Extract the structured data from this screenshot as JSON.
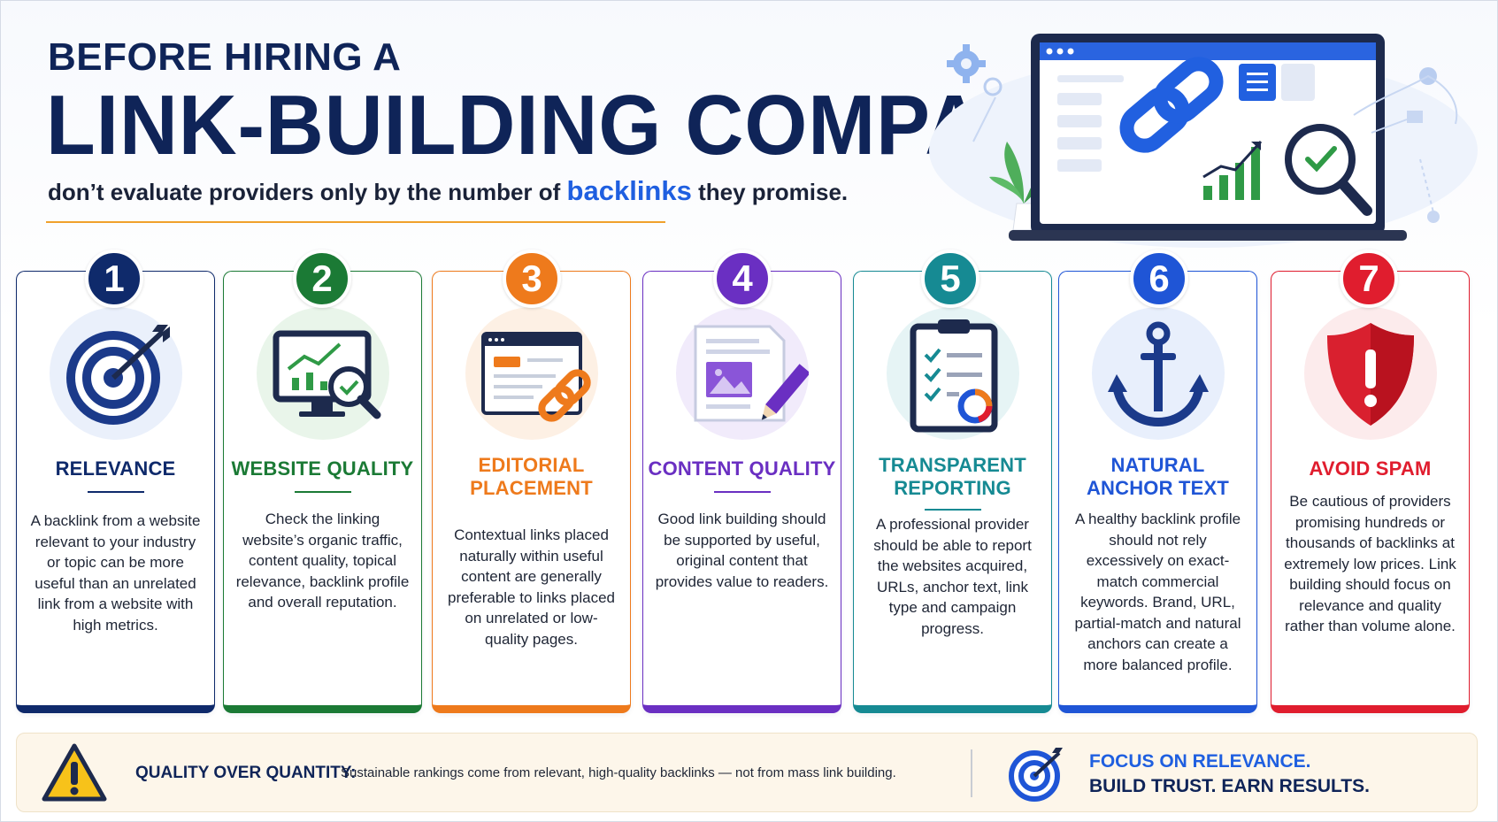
{
  "header": {
    "line1": "BEFORE HIRING A",
    "line2": "LINK-BUILDING COMPANY,",
    "subtitle_pre": "don’t evaluate providers only by the number of",
    "subtitle_accent": "backlinks",
    "subtitle_post": "they promise."
  },
  "cards": [
    {
      "number": "1",
      "title": "RELEVANCE",
      "icon": "target-icon",
      "color": "#0f2a6b",
      "text": "A backlink from a website relevant to your industry or topic can be more useful than an unrelated link from a website with high metrics."
    },
    {
      "number": "2",
      "title": "WEBSITE QUALITY",
      "icon": "monitor-analytics-icon",
      "color": "#1b7a35",
      "text": "Check the linking website’s organic traffic, content quality, topical relevance, backlink profile and overall reputation."
    },
    {
      "number": "3",
      "title_line1": "EDITORIAL",
      "title_line2": "PLACEMENT",
      "icon": "browser-link-icon",
      "color": "#ee7a1c",
      "text": "Contextual links placed naturally within useful content are generally preferable to links placed on unrelated or low-quality pages."
    },
    {
      "number": "4",
      "title": "CONTENT QUALITY",
      "icon": "document-pencil-icon",
      "color": "#6a2fc2",
      "text": "Good link building should be supported by useful, original content that provides value to readers."
    },
    {
      "number": "5",
      "title_line1": "TRANSPARENT",
      "title_line2": "REPORTING",
      "icon": "clipboard-checklist-icon",
      "color": "#168a93",
      "text": "A professional provider should be able to report the websites acquired, URLs, anchor text, link type and campaign progress."
    },
    {
      "number": "6",
      "title_line1": "NATURAL",
      "title_line2": "ANCHOR TEXT",
      "icon": "anchor-icon",
      "color": "#1f55d6",
      "text": "A healthy backlink profile should not rely excessively on exact-match commercial keywords. Brand, URL, partial-match and natural anchors can create a more balanced profile."
    },
    {
      "number": "7",
      "title": "AVOID SPAM",
      "icon": "shield-alert-icon",
      "color": "#e01d2e",
      "text": "Be cautious of providers promising hundreds or thousands of backlinks at extremely low prices. Link building should focus on relevance and quality rather than volume alone."
    }
  ],
  "footer": {
    "label": "QUALITY OVER QUANTITY:",
    "text": "Sustainable rankings come from relevant, high-quality backlinks — not from mass link building.",
    "slogan_line1": "FOCUS ON RELEVANCE.",
    "slogan_line2": "BUILD TRUST. EARN RESULTS."
  }
}
